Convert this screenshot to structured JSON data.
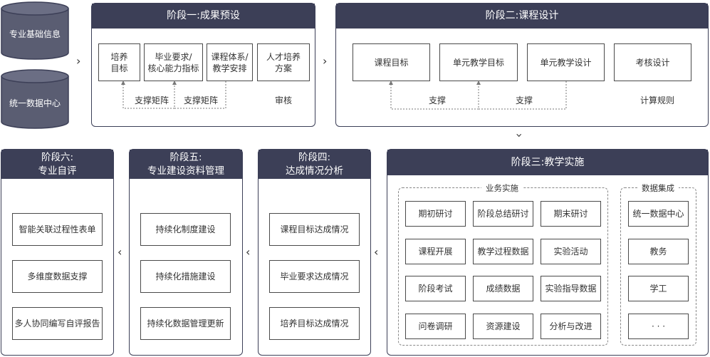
{
  "sources": {
    "top": "专业基础信息",
    "bottom": "统一数据中心"
  },
  "stage1": {
    "title": "阶段一:成果预设",
    "boxes": [
      "培养\n目标",
      "毕业要求/\n核心能力指标",
      "课程体系/\n教学安排",
      "人才培养\n方案"
    ],
    "support1": "支撑矩阵",
    "support2": "支撑矩阵",
    "review": "审核"
  },
  "stage2": {
    "title": "阶段二:课程设计",
    "boxes": [
      "课程目标",
      "单元教学目标",
      "单元教学设计",
      "考核设计"
    ],
    "support1": "支撑",
    "support2": "支撑",
    "calc": "计算规则"
  },
  "stage3": {
    "title": "阶段三:教学实施",
    "business_title": "业务实施",
    "business": [
      [
        "期初研讨",
        "阶段总结研讨",
        "期末研讨"
      ],
      [
        "课程开展",
        "教学过程数据",
        "实验活动"
      ],
      [
        "阶段考试",
        "成绩数据",
        "实验指导数据"
      ],
      [
        "问卷调研",
        "资源建设",
        "分析与改进"
      ]
    ],
    "data_title": "数据集成",
    "data": [
      "统一数据中心",
      "教务",
      "学工",
      "· · ·"
    ]
  },
  "stage4": {
    "title_l1": "阶段四:",
    "title_l2": "达成情况分析",
    "boxes": [
      "课程目标达成情况",
      "毕业要求达成情况",
      "培养目标达成情况"
    ]
  },
  "stage5": {
    "title_l1": "阶段五:",
    "title_l2": "专业建设资料管理",
    "boxes": [
      "持续化制度建设",
      "持续化措施建设",
      "持续化数据管理更新"
    ]
  },
  "stage6": {
    "title_l1": "阶段六:",
    "title_l2": "专业自评",
    "boxes": [
      "智能关联过程性表单",
      "多维度数据支撑",
      "多人协同编写自评报告"
    ]
  },
  "arrows": {
    "right": "›",
    "left": "‹",
    "down": "⌄"
  },
  "colors": {
    "header": "#3c3f57",
    "cylinder": "#5a5d72"
  }
}
